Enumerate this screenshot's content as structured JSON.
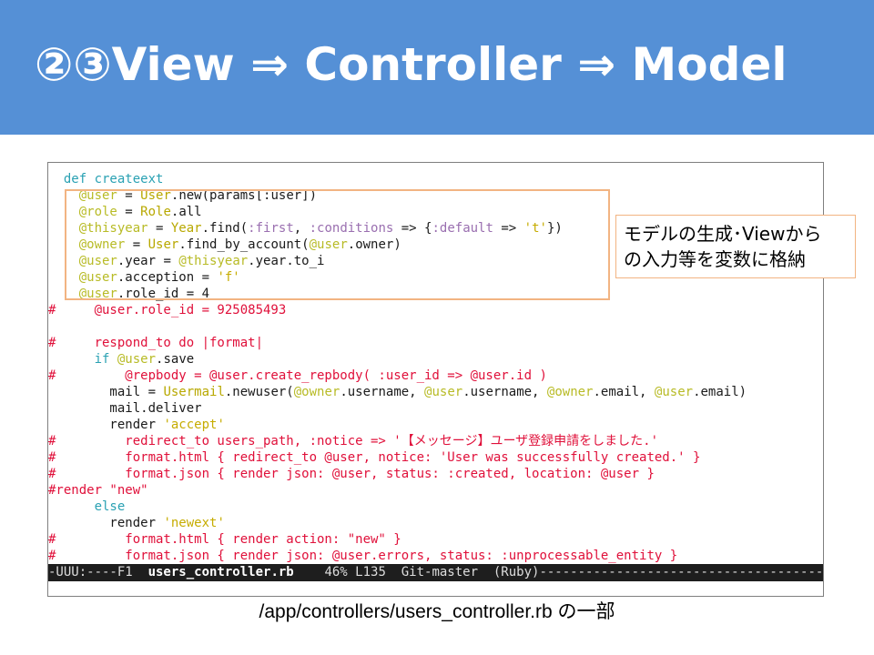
{
  "slide": {
    "title": "②③View ⇒ Controller ⇒ Model",
    "callout": [
      "モデルの生成･Viewから",
      "の入力等を変数に格納"
    ],
    "caption": "/app/controllers/users_controller.rb の一部"
  },
  "editor": {
    "lines": [
      [
        {
          "c": "kw",
          "t": "  def "
        },
        {
          "c": "kw",
          "t": "createext"
        }
      ],
      [
        {
          "c": "plain",
          "t": "    "
        },
        {
          "c": "ivar",
          "t": "@user"
        },
        {
          "c": "plain",
          "t": " = "
        },
        {
          "c": "const",
          "t": "User"
        },
        {
          "c": "plain",
          "t": ".new(params[:user])"
        }
      ],
      [
        {
          "c": "plain",
          "t": "    "
        },
        {
          "c": "ivar",
          "t": "@role"
        },
        {
          "c": "plain",
          "t": " = "
        },
        {
          "c": "const",
          "t": "Role"
        },
        {
          "c": "plain",
          "t": ".all"
        }
      ],
      [
        {
          "c": "plain",
          "t": "    "
        },
        {
          "c": "ivar",
          "t": "@thisyear"
        },
        {
          "c": "plain",
          "t": " = "
        },
        {
          "c": "const",
          "t": "Year"
        },
        {
          "c": "plain",
          "t": ".find("
        },
        {
          "c": "sym",
          "t": ":first"
        },
        {
          "c": "plain",
          "t": ", "
        },
        {
          "c": "sym",
          "t": ":conditions"
        },
        {
          "c": "plain",
          "t": " => {"
        },
        {
          "c": "sym",
          "t": ":default"
        },
        {
          "c": "plain",
          "t": " => "
        },
        {
          "c": "str",
          "t": "'t'"
        },
        {
          "c": "plain",
          "t": "})"
        }
      ],
      [
        {
          "c": "plain",
          "t": "    "
        },
        {
          "c": "ivar",
          "t": "@owner"
        },
        {
          "c": "plain",
          "t": " = "
        },
        {
          "c": "const",
          "t": "User"
        },
        {
          "c": "plain",
          "t": ".find_by_account("
        },
        {
          "c": "ivar",
          "t": "@user"
        },
        {
          "c": "plain",
          "t": ".owner)"
        }
      ],
      [
        {
          "c": "plain",
          "t": "    "
        },
        {
          "c": "ivar",
          "t": "@user"
        },
        {
          "c": "plain",
          "t": ".year = "
        },
        {
          "c": "ivar",
          "t": "@thisyear"
        },
        {
          "c": "plain",
          "t": ".year.to_i"
        }
      ],
      [
        {
          "c": "plain",
          "t": "    "
        },
        {
          "c": "ivar",
          "t": "@user"
        },
        {
          "c": "plain",
          "t": ".acception = "
        },
        {
          "c": "str",
          "t": "'f'"
        }
      ],
      [
        {
          "c": "plain",
          "t": "    "
        },
        {
          "c": "ivar",
          "t": "@user"
        },
        {
          "c": "plain",
          "t": ".role_id = 4"
        }
      ],
      [
        {
          "c": "comment",
          "t": "#     @user.role_id = 925085493"
        }
      ],
      [
        {
          "c": "plain",
          "t": " "
        }
      ],
      [
        {
          "c": "comment",
          "t": "#     respond_to do |format|"
        }
      ],
      [
        {
          "c": "plain",
          "t": "      "
        },
        {
          "c": "kw",
          "t": "if"
        },
        {
          "c": "plain",
          "t": " "
        },
        {
          "c": "ivar",
          "t": "@user"
        },
        {
          "c": "plain",
          "t": ".save"
        }
      ],
      [
        {
          "c": "comment",
          "t": "#         @repbody = @user.create_repbody( :user_id => @user.id )"
        }
      ],
      [
        {
          "c": "plain",
          "t": "        mail = "
        },
        {
          "c": "const",
          "t": "Usermail"
        },
        {
          "c": "plain",
          "t": ".newuser("
        },
        {
          "c": "ivar",
          "t": "@owner"
        },
        {
          "c": "plain",
          "t": ".username, "
        },
        {
          "c": "ivar",
          "t": "@user"
        },
        {
          "c": "plain",
          "t": ".username, "
        },
        {
          "c": "ivar",
          "t": "@owner"
        },
        {
          "c": "plain",
          "t": ".email, "
        },
        {
          "c": "ivar",
          "t": "@user"
        },
        {
          "c": "plain",
          "t": ".email)"
        }
      ],
      [
        {
          "c": "plain",
          "t": "        mail.deliver"
        }
      ],
      [
        {
          "c": "plain",
          "t": "        render "
        },
        {
          "c": "str",
          "t": "'accept'"
        }
      ],
      [
        {
          "c": "comment",
          "t": "#         redirect_to users_path, :notice => '【メッセージ】ユーザ登録申請をしました.'"
        }
      ],
      [
        {
          "c": "comment",
          "t": "#         format.html { redirect_to @user, notice: 'User was successfully created.' }"
        }
      ],
      [
        {
          "c": "comment",
          "t": "#         format.json { render json: @user, status: :created, location: @user }"
        }
      ],
      [
        {
          "c": "comment",
          "t": "#render \"new\""
        }
      ],
      [
        {
          "c": "plain",
          "t": "      "
        },
        {
          "c": "kw",
          "t": "else"
        }
      ],
      [
        {
          "c": "plain",
          "t": "        render "
        },
        {
          "c": "str",
          "t": "'newext'"
        }
      ],
      [
        {
          "c": "comment",
          "t": "#         format.html { render action: \"new\" }"
        }
      ],
      [
        {
          "c": "comment",
          "t": "#         format.json { render json: @user.errors, status: :unprocessable_entity }"
        }
      ]
    ],
    "mode_line": {
      "prefix": "-UUU:----F1  ",
      "buffer": "users_controller.rb",
      "suffix": "    46% L135  Git-master  (Ruby)--------------------------------------------"
    }
  }
}
